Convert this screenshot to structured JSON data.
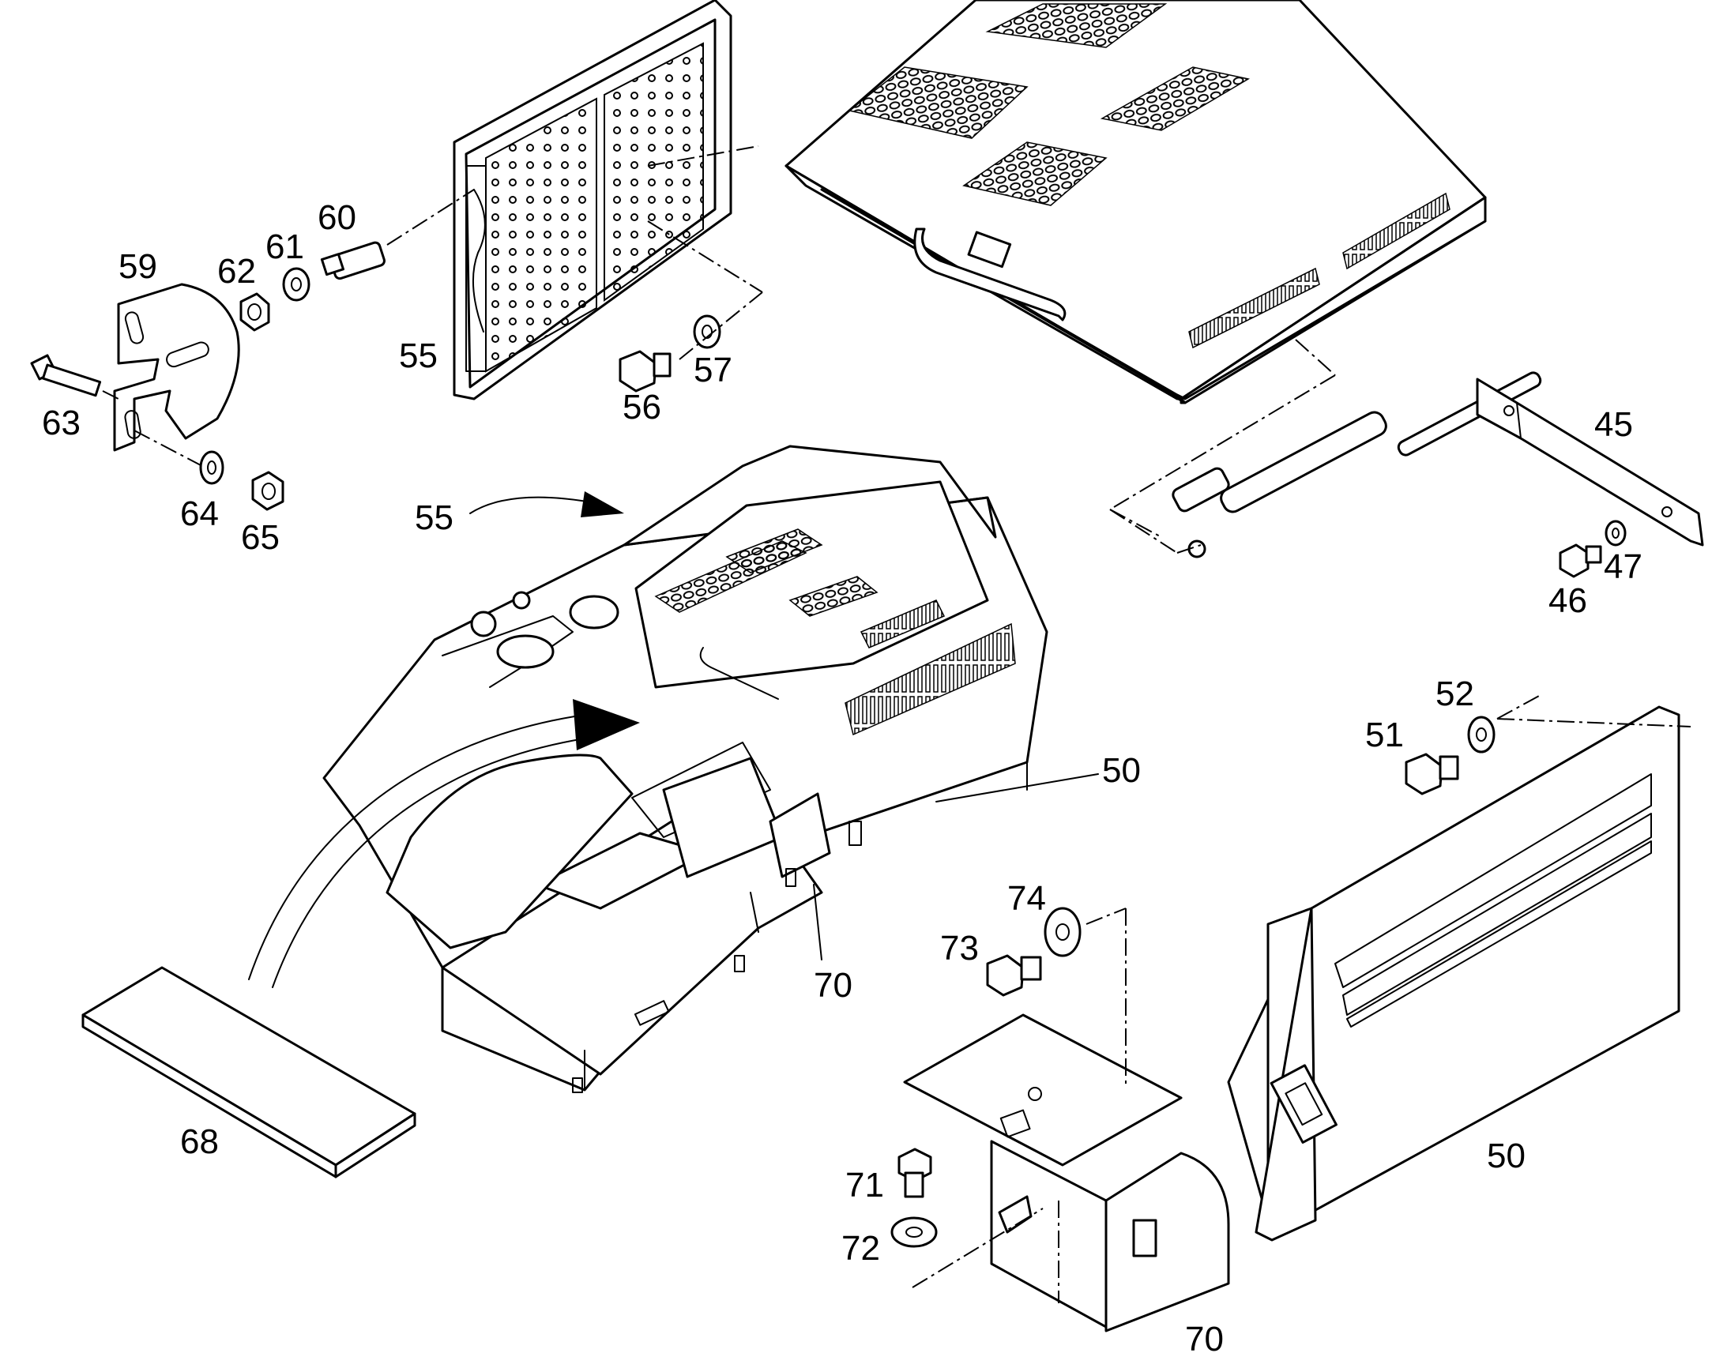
{
  "callouts": [
    {
      "id": "c55a",
      "text": "55"
    },
    {
      "id": "c55b",
      "text": "55"
    },
    {
      "id": "c56",
      "text": "56"
    },
    {
      "id": "c57",
      "text": "57"
    },
    {
      "id": "c59",
      "text": "59"
    },
    {
      "id": "c60",
      "text": "60"
    },
    {
      "id": "c61",
      "text": "61"
    },
    {
      "id": "c62",
      "text": "62"
    },
    {
      "id": "c63",
      "text": "63"
    },
    {
      "id": "c64",
      "text": "64"
    },
    {
      "id": "c65",
      "text": "65"
    },
    {
      "id": "c45",
      "text": "45"
    },
    {
      "id": "c46",
      "text": "46"
    },
    {
      "id": "c47",
      "text": "47"
    },
    {
      "id": "c50a",
      "text": "50"
    },
    {
      "id": "c50b",
      "text": "50"
    },
    {
      "id": "c51",
      "text": "51"
    },
    {
      "id": "c52",
      "text": "52"
    },
    {
      "id": "c68",
      "text": "68"
    },
    {
      "id": "c70a",
      "text": "70"
    },
    {
      "id": "c70b",
      "text": "70"
    },
    {
      "id": "c71",
      "text": "71"
    },
    {
      "id": "c72",
      "text": "72"
    },
    {
      "id": "c73",
      "text": "73"
    },
    {
      "id": "c74",
      "text": "74"
    }
  ]
}
